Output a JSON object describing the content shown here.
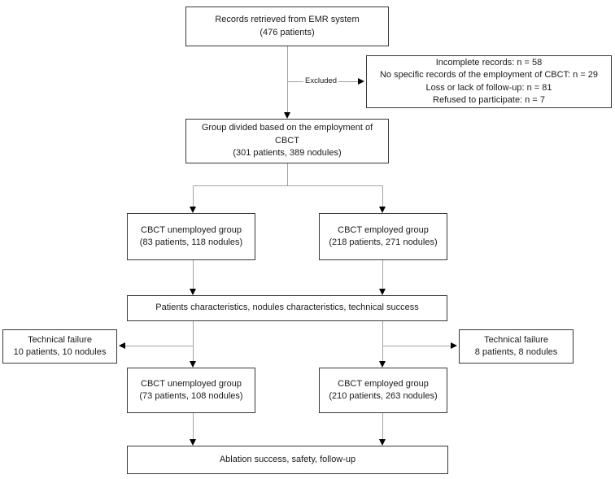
{
  "boxes": {
    "records": {
      "lines": [
        "Records retrieved from EMR system",
        "(476 patients)"
      ]
    },
    "excluded": {
      "lines": [
        "Incomplete records: n = 58",
        "No specific records of the employment of CBCT: n = 29",
        "Loss or lack of follow-up: n = 81",
        "Refused to participate: n = 7"
      ]
    },
    "group_divided": {
      "lines": [
        "Group divided based on the employment of",
        "CBCT",
        "(301 patients, 389 nodules)"
      ]
    },
    "unemployed_1": {
      "lines": [
        "CBCT unemployed group",
        "(83 patients, 118 nodules)"
      ]
    },
    "employed_1": {
      "lines": [
        "CBCT employed group",
        "(218 patients, 271 nodules)"
      ]
    },
    "characteristics": {
      "lines": [
        "Patients characteristics, nodules characteristics, technical success"
      ]
    },
    "failure_left": {
      "lines": [
        "Technical failure",
        "10 patients, 10 nodules"
      ]
    },
    "failure_right": {
      "lines": [
        "Technical failure",
        "8 patients, 8 nodules"
      ]
    },
    "unemployed_2": {
      "lines": [
        "CBCT unemployed group",
        "(73 patients, 108 nodules)"
      ]
    },
    "employed_2": {
      "lines": [
        "CBCT employed group",
        "(210 patients, 263 nodules)"
      ]
    },
    "ablation": {
      "lines": [
        "Ablation success, safety, follow-up"
      ]
    }
  },
  "labels": {
    "excluded": "Excluded"
  },
  "colors": {
    "background": "#ffffff",
    "box_border": "#383838",
    "connector_line": "#a3a3a3",
    "arrowhead": "#000000",
    "text": "#1a1a1a"
  }
}
